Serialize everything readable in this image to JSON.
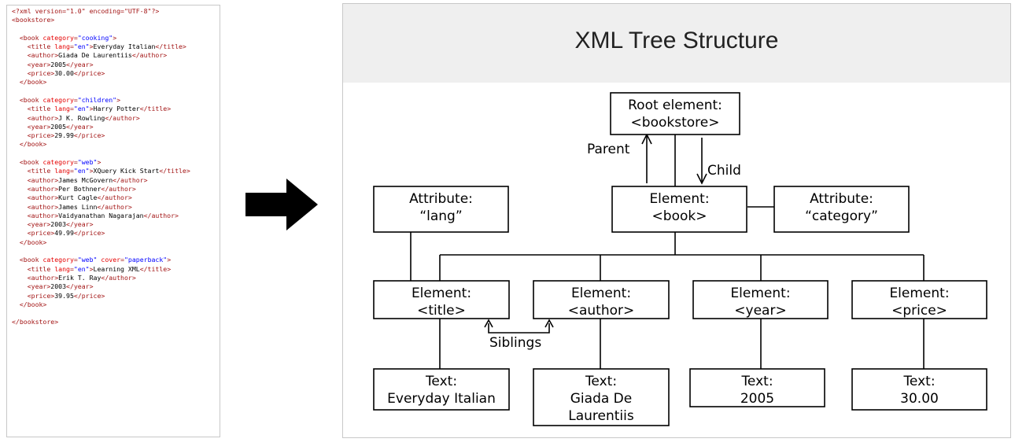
{
  "code_lines": [
    [
      [
        "decl",
        "<?xml version=\"1.0\" encoding=\"UTF-8\"?>"
      ]
    ],
    [
      [
        "tag",
        "<bookstore>"
      ]
    ],
    [],
    [
      [
        "text",
        "  "
      ],
      [
        "tag",
        "<book "
      ],
      [
        "attr",
        "category"
      ],
      [
        "tag",
        "="
      ],
      [
        "val",
        "\"cooking\""
      ],
      [
        "tag",
        ">"
      ]
    ],
    [
      [
        "text",
        "    "
      ],
      [
        "tag",
        "<title "
      ],
      [
        "attr",
        "lang"
      ],
      [
        "tag",
        "="
      ],
      [
        "val",
        "\"en\""
      ],
      [
        "tag",
        ">"
      ],
      [
        "text",
        "Everyday Italian"
      ],
      [
        "tag",
        "</title>"
      ]
    ],
    [
      [
        "text",
        "    "
      ],
      [
        "tag",
        "<author>"
      ],
      [
        "text",
        "Giada De Laurentiis"
      ],
      [
        "tag",
        "</author>"
      ]
    ],
    [
      [
        "text",
        "    "
      ],
      [
        "tag",
        "<year>"
      ],
      [
        "text",
        "2005"
      ],
      [
        "tag",
        "</year>"
      ]
    ],
    [
      [
        "text",
        "    "
      ],
      [
        "tag",
        "<price>"
      ],
      [
        "text",
        "30.00"
      ],
      [
        "tag",
        "</price>"
      ]
    ],
    [
      [
        "text",
        "  "
      ],
      [
        "tag",
        "</book>"
      ]
    ],
    [],
    [
      [
        "text",
        "  "
      ],
      [
        "tag",
        "<book "
      ],
      [
        "attr",
        "category"
      ],
      [
        "tag",
        "="
      ],
      [
        "val",
        "\"children\""
      ],
      [
        "tag",
        ">"
      ]
    ],
    [
      [
        "text",
        "    "
      ],
      [
        "tag",
        "<title "
      ],
      [
        "attr",
        "lang"
      ],
      [
        "tag",
        "="
      ],
      [
        "val",
        "\"en\""
      ],
      [
        "tag",
        ">"
      ],
      [
        "text",
        "Harry Potter"
      ],
      [
        "tag",
        "</title>"
      ]
    ],
    [
      [
        "text",
        "    "
      ],
      [
        "tag",
        "<author>"
      ],
      [
        "text",
        "J K. Rowling"
      ],
      [
        "tag",
        "</author>"
      ]
    ],
    [
      [
        "text",
        "    "
      ],
      [
        "tag",
        "<year>"
      ],
      [
        "text",
        "2005"
      ],
      [
        "tag",
        "</year>"
      ]
    ],
    [
      [
        "text",
        "    "
      ],
      [
        "tag",
        "<price>"
      ],
      [
        "text",
        "29.99"
      ],
      [
        "tag",
        "</price>"
      ]
    ],
    [
      [
        "text",
        "  "
      ],
      [
        "tag",
        "</book>"
      ]
    ],
    [],
    [
      [
        "text",
        "  "
      ],
      [
        "tag",
        "<book "
      ],
      [
        "attr",
        "category"
      ],
      [
        "tag",
        "="
      ],
      [
        "val",
        "\"web\""
      ],
      [
        "tag",
        ">"
      ]
    ],
    [
      [
        "text",
        "    "
      ],
      [
        "tag",
        "<title "
      ],
      [
        "attr",
        "lang"
      ],
      [
        "tag",
        "="
      ],
      [
        "val",
        "\"en\""
      ],
      [
        "tag",
        ">"
      ],
      [
        "text",
        "XQuery Kick Start"
      ],
      [
        "tag",
        "</title>"
      ]
    ],
    [
      [
        "text",
        "    "
      ],
      [
        "tag",
        "<author>"
      ],
      [
        "text",
        "James McGovern"
      ],
      [
        "tag",
        "</author>"
      ]
    ],
    [
      [
        "text",
        "    "
      ],
      [
        "tag",
        "<author>"
      ],
      [
        "text",
        "Per Bothner"
      ],
      [
        "tag",
        "</author>"
      ]
    ],
    [
      [
        "text",
        "    "
      ],
      [
        "tag",
        "<author>"
      ],
      [
        "text",
        "Kurt Cagle"
      ],
      [
        "tag",
        "</author>"
      ]
    ],
    [
      [
        "text",
        "    "
      ],
      [
        "tag",
        "<author>"
      ],
      [
        "text",
        "James Linn"
      ],
      [
        "tag",
        "</author>"
      ]
    ],
    [
      [
        "text",
        "    "
      ],
      [
        "tag",
        "<author>"
      ],
      [
        "text",
        "Vaidyanathan Nagarajan"
      ],
      [
        "tag",
        "</author>"
      ]
    ],
    [
      [
        "text",
        "    "
      ],
      [
        "tag",
        "<year>"
      ],
      [
        "text",
        "2003"
      ],
      [
        "tag",
        "</year>"
      ]
    ],
    [
      [
        "text",
        "    "
      ],
      [
        "tag",
        "<price>"
      ],
      [
        "text",
        "49.99"
      ],
      [
        "tag",
        "</price>"
      ]
    ],
    [
      [
        "text",
        "  "
      ],
      [
        "tag",
        "</book>"
      ]
    ],
    [],
    [
      [
        "text",
        "  "
      ],
      [
        "tag",
        "<book "
      ],
      [
        "attr",
        "category"
      ],
      [
        "tag",
        "="
      ],
      [
        "val",
        "\"web\""
      ],
      [
        "tag",
        " "
      ],
      [
        "attr",
        "cover"
      ],
      [
        "tag",
        "="
      ],
      [
        "val",
        "\"paperback\""
      ],
      [
        "tag",
        ">"
      ]
    ],
    [
      [
        "text",
        "    "
      ],
      [
        "tag",
        "<title "
      ],
      [
        "attr",
        "lang"
      ],
      [
        "tag",
        "="
      ],
      [
        "val",
        "\"en\""
      ],
      [
        "tag",
        ">"
      ],
      [
        "text",
        "Learning XML"
      ],
      [
        "tag",
        "</title>"
      ]
    ],
    [
      [
        "text",
        "    "
      ],
      [
        "tag",
        "<author>"
      ],
      [
        "text",
        "Erik T. Ray"
      ],
      [
        "tag",
        "</author>"
      ]
    ],
    [
      [
        "text",
        "    "
      ],
      [
        "tag",
        "<year>"
      ],
      [
        "text",
        "2003"
      ],
      [
        "tag",
        "</year>"
      ]
    ],
    [
      [
        "text",
        "    "
      ],
      [
        "tag",
        "<price>"
      ],
      [
        "text",
        "39.95"
      ],
      [
        "tag",
        "</price>"
      ]
    ],
    [
      [
        "text",
        "  "
      ],
      [
        "tag",
        "</book>"
      ]
    ],
    [],
    [
      [
        "tag",
        "</bookstore>"
      ]
    ]
  ],
  "diagram": {
    "title": "XML Tree Structure",
    "nodes": {
      "root": [
        "Root element:",
        "<bookstore>"
      ],
      "book": [
        "Element:",
        "<book>"
      ],
      "attr_lang": [
        "Attribute:",
        "“lang”"
      ],
      "attr_category": [
        "Attribute:",
        "“category”"
      ],
      "title": [
        "Element:",
        "<title>"
      ],
      "author": [
        "Element:",
        "<author>"
      ],
      "year": [
        "Element:",
        "<year>"
      ],
      "price": [
        "Element:",
        "<price>"
      ],
      "text_title": [
        "Text:",
        "Everyday Italian"
      ],
      "text_author": [
        "Text:",
        "Giada De",
        "Laurentiis"
      ],
      "text_year": [
        "Text:",
        "2005"
      ],
      "text_price": [
        "Text:",
        "30.00"
      ]
    },
    "labels": {
      "parent": "Parent",
      "child": "Child",
      "siblings": "Siblings"
    }
  },
  "colors": {
    "tag": "#a31515",
    "attr": "#e50000",
    "value": "#0000ff",
    "header_bg": "#efefef"
  }
}
